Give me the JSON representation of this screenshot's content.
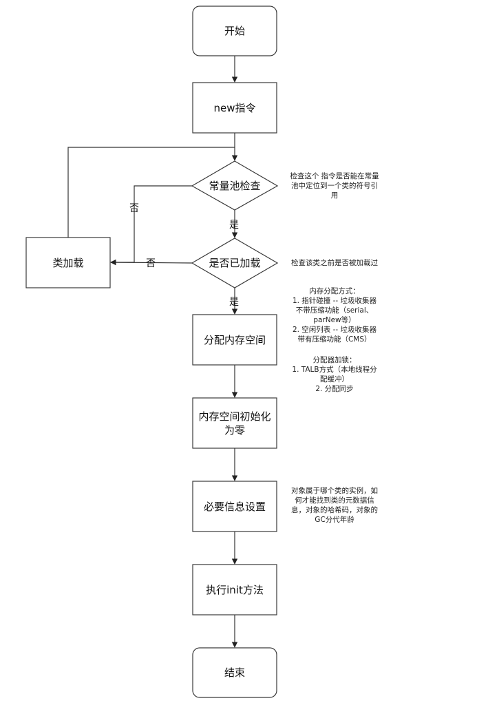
{
  "nodes": {
    "start": "开始",
    "new_instr": "new指令",
    "const_pool_check": "常量池检查",
    "loaded_check": "是否已加载",
    "class_load": "类加载",
    "alloc_mem": "分配内存空间",
    "init_zero_line1": "内存空间初始化",
    "init_zero_line2": "为零",
    "set_info": "必要信息设置",
    "exec_init": "执行init方法",
    "end": "结束"
  },
  "edges": {
    "no_const_pool": "否",
    "yes_const_pool": "是",
    "no_loaded": "否",
    "yes_loaded": "是"
  },
  "notes": {
    "const_pool": [
      "检查这个 指令是否能在常量",
      "池中定位到一个类的符号引",
      "用"
    ],
    "loaded": [
      "检查该类之前是否被加载过"
    ],
    "alloc": [
      "内存分配方式：",
      "1. 指针碰撞 -- 垃圾收集器",
      "不带压缩功能（serial、",
      "parNew等）",
      "2. 空闲列表 -- 垃圾收集器",
      "带有压缩功能（CMS）"
    ],
    "alloc_lock": [
      "分配器加锁：",
      "1. TALB方式（本地线程分",
      "配缓冲）",
      "2. 分配同步"
    ],
    "set_info": [
      "对象属于哪个类的实例，如",
      "何才能找到类的元数据信",
      "息，对象的哈希码，对象的",
      "GC分代年龄"
    ]
  }
}
